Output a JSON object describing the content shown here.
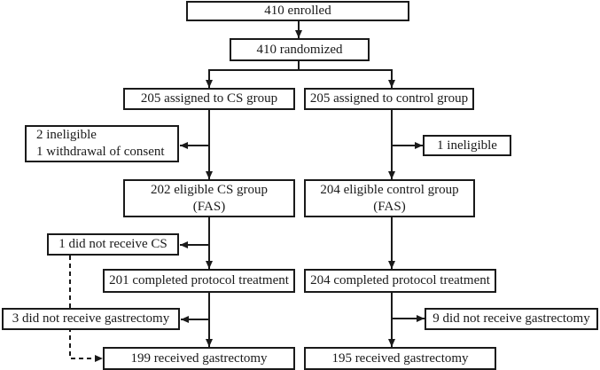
{
  "diagram": {
    "type": "flowchart",
    "description": "Participant flow diagram with two arms (CS group and control group)",
    "colors": {
      "line": "#1a1a1a",
      "text": "#1a1a1a",
      "background": "#ffffff"
    },
    "nodes": {
      "enrolled": {
        "lines": [
          "410 enrolled"
        ]
      },
      "randomized": {
        "lines": [
          "410 randomized"
        ]
      },
      "cs_assigned": {
        "lines": [
          "205 assigned to CS group"
        ]
      },
      "control_assigned": {
        "lines": [
          "205 assigned to control group"
        ]
      },
      "cs_excluded": {
        "lines": [
          "2 ineligible",
          "1 withdrawal of consent"
        ]
      },
      "control_excluded": {
        "lines": [
          "1 ineligible"
        ]
      },
      "cs_eligible": {
        "lines": [
          "202 eligible CS group",
          "(FAS)"
        ]
      },
      "control_eligible": {
        "lines": [
          "204 eligible control group",
          "(FAS)"
        ]
      },
      "cs_not_received": {
        "lines": [
          "1 did not receive CS"
        ]
      },
      "cs_completed": {
        "lines": [
          "201 completed protocol treatment"
        ]
      },
      "control_completed": {
        "lines": [
          "204 completed protocol treatment"
        ]
      },
      "cs_no_gastrectomy": {
        "lines": [
          "3 did not receive gastrectomy"
        ]
      },
      "control_no_gastrectomy": {
        "lines": [
          "9 did not receive gastrectomy"
        ]
      },
      "cs_gastrectomy": {
        "lines": [
          "199 received gastrectomy"
        ]
      },
      "control_gastrectomy": {
        "lines": [
          "195 received gastrectomy"
        ]
      }
    }
  }
}
